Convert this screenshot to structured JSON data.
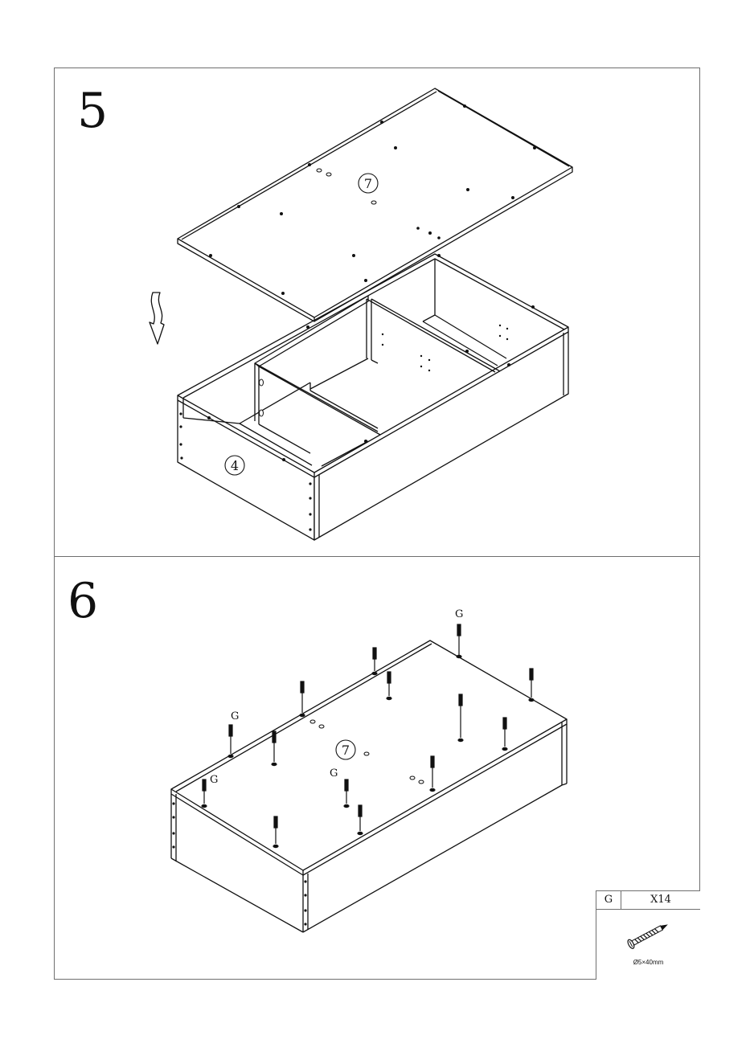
{
  "steps": [
    {
      "number": "5",
      "parts": [
        "7",
        "4"
      ]
    },
    {
      "number": "6",
      "part": "7",
      "fastener_labels": [
        "G",
        "G",
        "G",
        "G"
      ]
    }
  ],
  "hardware": {
    "letter": "G",
    "quantity": "X14",
    "spec": "Ø5×40mm"
  }
}
